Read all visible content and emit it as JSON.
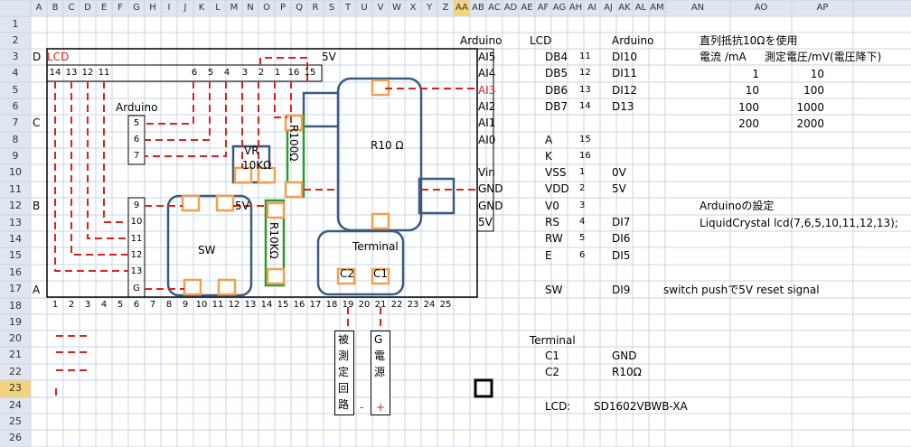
{
  "sheet": {
    "columns": [
      "A",
      "B",
      "C",
      "D",
      "E",
      "F",
      "G",
      "H",
      "I",
      "J",
      "K",
      "L",
      "M",
      "N",
      "O",
      "P",
      "Q",
      "R",
      "S",
      "T",
      "U",
      "V",
      "W",
      "X",
      "Y",
      "Z",
      "AA",
      "AB",
      "AC",
      "AD",
      "AE",
      "AF",
      "AG",
      "AH",
      "AI",
      "AJ",
      "AK",
      "AL",
      "AM",
      "AN",
      "AO",
      "AP"
    ],
    "rows": [
      "1",
      "2",
      "3",
      "4",
      "5",
      "6",
      "7",
      "8",
      "9",
      "10",
      "11",
      "12",
      "13",
      "14",
      "15",
      "16",
      "17",
      "18",
      "19",
      "20",
      "21",
      "22",
      "23",
      "24",
      "25",
      "26"
    ],
    "selected_column": "AA",
    "selected_row": "23"
  },
  "board": {
    "lcd_label": "LCD",
    "power_label": "5V",
    "row_labels": [
      "D",
      "C",
      "B",
      "A"
    ],
    "lcd_pins": [
      "14",
      "13",
      "12",
      "11",
      "6",
      "5",
      "4",
      "3",
      "2",
      "1",
      "16",
      "15"
    ],
    "col_numbers": [
      "1",
      "2",
      "3",
      "4",
      "5",
      "6",
      "7",
      "8",
      "9",
      "10",
      "11",
      "12",
      "13",
      "14",
      "15",
      "16",
      "17",
      "18",
      "19",
      "20",
      "21",
      "22",
      "23",
      "24",
      "25"
    ],
    "arduino_label": "Arduino",
    "arduino_pins_top": [
      "5",
      "6",
      "7"
    ],
    "arduino_pins_bottom": [
      "9",
      "10",
      "11",
      "12",
      "13",
      "G"
    ],
    "vr_label": "VR",
    "vr_value": "10KΩ",
    "r100_label": "R100Ω",
    "r10_label": "R10 Ω",
    "r10k_label": "R10KΩ",
    "sw_label": "SW",
    "sw_5v_label": "5V",
    "terminal_label": "Terminal",
    "c2_label": "C2",
    "c1_label": "C1",
    "right_header_pins": [
      "AI5",
      "AI4",
      "AI3",
      "AI2",
      "AI1",
      "AI0",
      "",
      "Vin",
      "GND",
      "GND",
      "5V"
    ],
    "right_header_title": "Arduino",
    "circuit_under_test": [
      "被",
      "測",
      "定",
      "回",
      "路"
    ],
    "power_source": [
      "G",
      "電",
      "源"
    ],
    "power_minus": "-",
    "power_plus": "+"
  },
  "table_pins": {
    "header_lcd": "LCD",
    "header_arduino": "Arduino",
    "rows": [
      {
        "lcd": "DB4",
        "num": "11",
        "ard": "DI10"
      },
      {
        "lcd": "DB5",
        "num": "12",
        "ard": "DI11"
      },
      {
        "lcd": "DB6",
        "num": "13",
        "ard": "DI12"
      },
      {
        "lcd": "DB7",
        "num": "14",
        "ard": "D13"
      },
      {
        "lcd": "",
        "num": "",
        "ard": ""
      },
      {
        "lcd": "A",
        "num": "15",
        "ard": ""
      },
      {
        "lcd": "K",
        "num": "16",
        "ard": ""
      },
      {
        "lcd": "VSS",
        "num": "1",
        "ard": "0V"
      },
      {
        "lcd": "VDD",
        "num": "2",
        "ard": "5V"
      },
      {
        "lcd": "V0",
        "num": "3",
        "ard": ""
      },
      {
        "lcd": "RS",
        "num": "4",
        "ard": "DI7"
      },
      {
        "lcd": "RW",
        "num": "5",
        "ard": "DI6"
      },
      {
        "lcd": "E",
        "num": "6",
        "ard": "DI5"
      }
    ],
    "sw_row": {
      "lcd": "SW",
      "ard": "DI9",
      "note": "switch pushで5V reset signal"
    }
  },
  "resistor_note": {
    "title": "直列抵抗10Ωを使用",
    "col1": "電流 /mA",
    "col2": "測定電圧/mV(電圧降下)",
    "rows": [
      [
        "1",
        "10"
      ],
      [
        "10",
        "100"
      ],
      [
        "100",
        "1000"
      ],
      [
        "200",
        "2000"
      ]
    ]
  },
  "arduino_setting": {
    "title": "Arduinoの設定",
    "code": "LiquidCrystal lcd(7,6,5,10,11,12,13);"
  },
  "terminal": {
    "title": "Terminal",
    "rows": [
      [
        "C1",
        "GND"
      ],
      [
        "C2",
        "R10Ω"
      ]
    ]
  },
  "lcd_model": {
    "label": "LCD:",
    "value": "SD1602VBWB-XA"
  },
  "colors": {
    "wire": "#e02020",
    "component": "#3a5a80",
    "pad": "#f0a050",
    "resistor": "#2a9a2a",
    "grid": "#c8d4e4",
    "header": "#dfe6f0",
    "selected": "#f5d37a"
  }
}
